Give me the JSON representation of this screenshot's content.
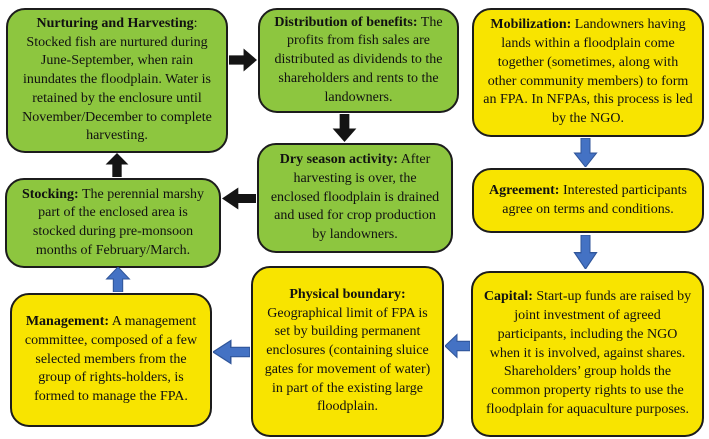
{
  "diagram": {
    "description": "Cycle diagram of Floodplain Aquaculture (FPA) formation and operation",
    "colors": {
      "green_box": "#8dc63f",
      "yellow_box": "#f8e400",
      "box_border": "#1c1c1c",
      "black_arrow": "#141414",
      "blue_arrow": "#4472c4",
      "blue_arrow_edge": "#30569a"
    },
    "boxes": [
      {
        "id": "nurturing",
        "color": "green",
        "title": "Nurturing and Harvesting",
        "body": ": Stocked fish are nurtured during June-September, when rain inundates the floodplain. Water is retained by the enclosure until November/December to complete harvesting."
      },
      {
        "id": "distribution",
        "color": "green",
        "title": "Distribution of benefits:",
        "body": " The profits from fish sales are distributed as dividends to the shareholders and rents to the landowners."
      },
      {
        "id": "mobilization",
        "color": "yellow",
        "title": "Mobilization:",
        "body": " Landowners having lands within a floodplain come together (sometimes, along with other community members) to form an FPA. In NFPAs, this process is led by the NGO."
      },
      {
        "id": "agreement",
        "color": "yellow",
        "title": "Agreement:",
        "body": " Interested participants agree on terms and conditions."
      },
      {
        "id": "stocking",
        "color": "green",
        "title": "Stocking:",
        "body": " The perennial marshy part of the enclosed area is stocked during pre-monsoon months of February/March."
      },
      {
        "id": "dry-season",
        "color": "green",
        "title": "Dry season activity:",
        "body": " After harvesting is over, the enclosed floodplain is drained and used for crop production by landowners."
      },
      {
        "id": "capital",
        "color": "yellow",
        "title": "Capital:",
        "body": " Start-up funds are raised by joint investment of agreed participants, including the NGO when it is involved, against shares. Shareholders’ group holds the common property rights to use the floodplain for aquaculture purposes."
      },
      {
        "id": "physical-boundary",
        "color": "yellow",
        "title": "Physical boundary:",
        "body": " Geographical limit of FPA is set by building permanent enclosures (containing sluice gates for movement of water) in part of the existing large floodplain."
      },
      {
        "id": "management",
        "color": "yellow",
        "title": "Management:",
        "body": " A management committee, composed of a few selected members from the group of rights-holders, is formed to manage the FPA."
      }
    ],
    "arrows": [
      {
        "from": "nurturing",
        "to": "distribution",
        "color": "black",
        "direction": "right"
      },
      {
        "from": "distribution",
        "to": "dry-season",
        "color": "black",
        "direction": "down"
      },
      {
        "from": "dry-season",
        "to": "stocking",
        "color": "black",
        "direction": "left"
      },
      {
        "from": "stocking",
        "to": "nurturing",
        "color": "black",
        "direction": "up"
      },
      {
        "from": "mobilization",
        "to": "agreement",
        "color": "blue",
        "direction": "down"
      },
      {
        "from": "agreement",
        "to": "capital",
        "color": "blue",
        "direction": "down"
      },
      {
        "from": "capital",
        "to": "physical-boundary",
        "color": "blue",
        "direction": "left"
      },
      {
        "from": "physical-boundary",
        "to": "management",
        "color": "blue",
        "direction": "left"
      },
      {
        "from": "management",
        "to": "stocking",
        "color": "blue",
        "direction": "up"
      }
    ]
  }
}
